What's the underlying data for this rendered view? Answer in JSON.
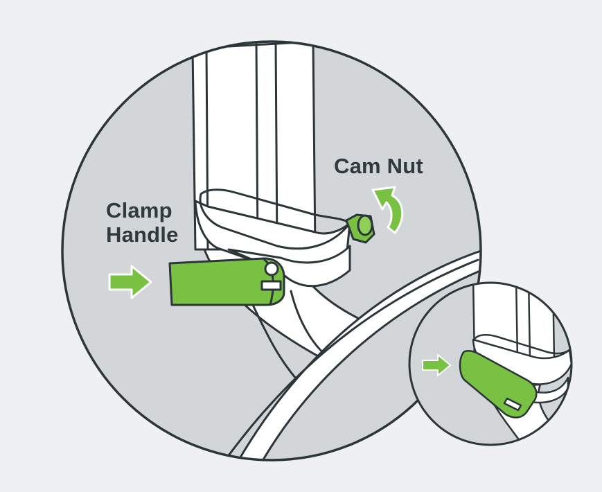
{
  "labels": {
    "cam_nut": "Cam Nut",
    "clamp_handle_line1": "Clamp",
    "clamp_handle_line2": "Handle"
  },
  "colors": {
    "background": "#eef0f2",
    "circle_fill": "#d3d6d9",
    "outline": "#2c3538",
    "part_white": "#ffffff",
    "accent_green": "#78c142",
    "accent_green_dark": "#5fa632",
    "label_text": "#2e3a3e"
  },
  "icons": [
    "right-arrow-icon",
    "curved-arrow-icon"
  ]
}
